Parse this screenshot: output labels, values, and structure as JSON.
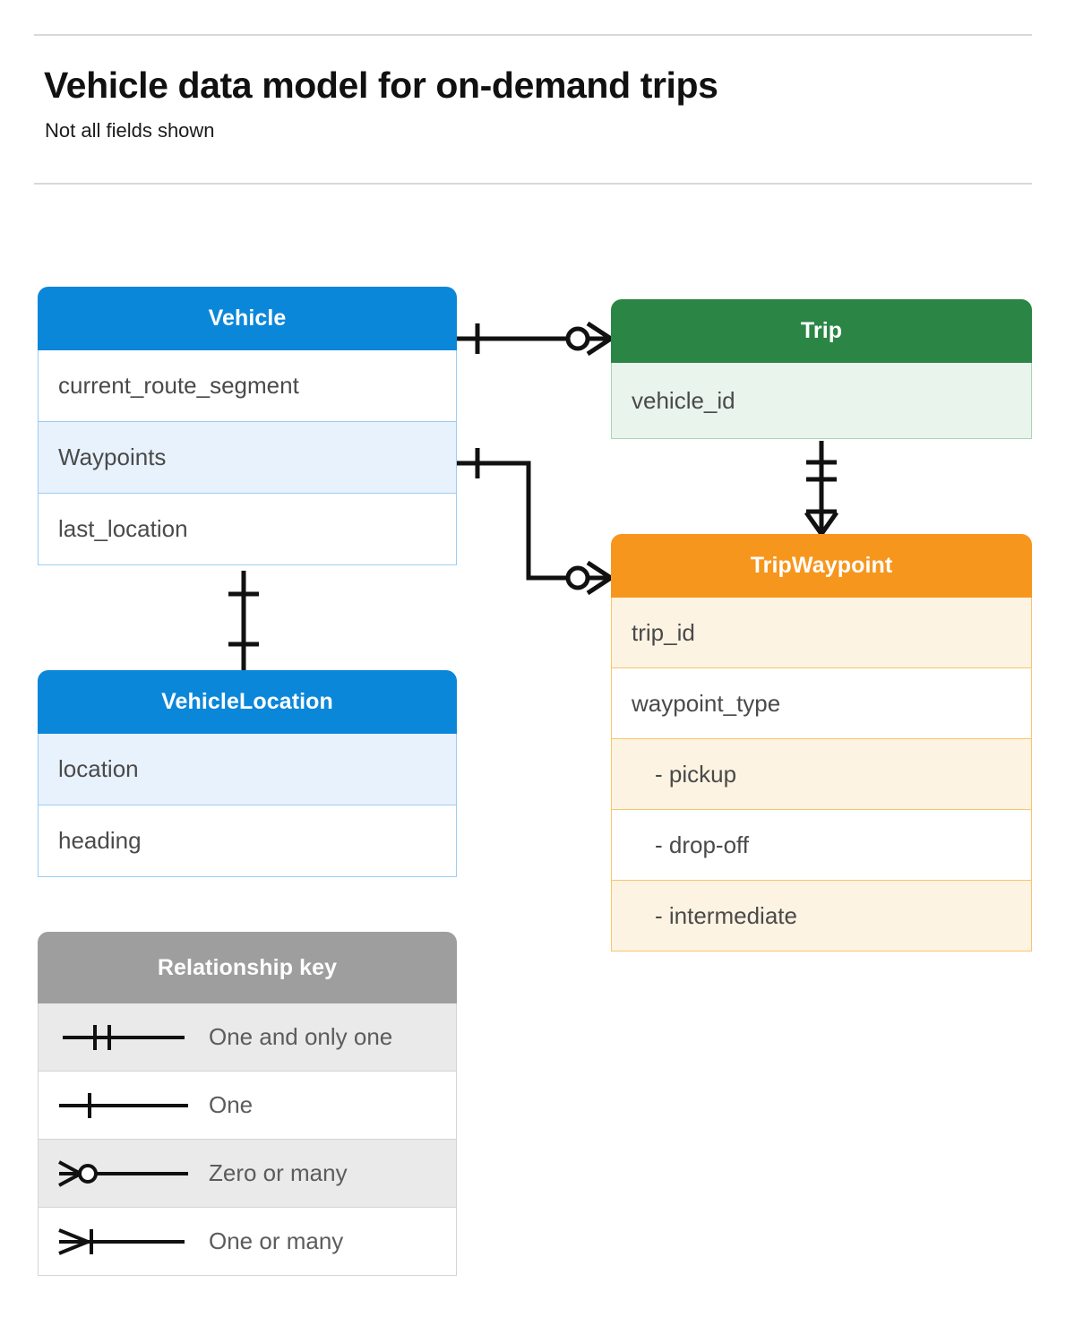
{
  "header": {
    "title": "Vehicle data model for on-demand trips",
    "subtitle": "Not all fields shown"
  },
  "colors": {
    "blue": "#0b87da",
    "blue_row_alt": "#e8f2fd",
    "blue_border": "#9ccdf2",
    "green": "#2b8545",
    "green_row_alt": "#e9f4ec",
    "green_border": "#a8d5b5",
    "orange": "#f7961d",
    "orange_row_alt": "#fdf3e3",
    "orange_border": "#f8c56a",
    "gray": "#9e9e9e",
    "gray_row_alt": "#eaeaea",
    "divider": "#d8d8d8",
    "field_text": "#4a4a4a",
    "connector": "#111111"
  },
  "entities": [
    {
      "id": "vehicle",
      "name": "Vehicle",
      "theme": "blue",
      "fields": [
        {
          "label": "current_route_segment",
          "shaded": false
        },
        {
          "label": "Waypoints",
          "shaded": true
        },
        {
          "label": "last_location",
          "shaded": false
        }
      ]
    },
    {
      "id": "vehiclelocation",
      "name": "VehicleLocation",
      "theme": "blue",
      "fields": [
        {
          "label": "location",
          "shaded": true
        },
        {
          "label": "heading",
          "shaded": false
        }
      ]
    },
    {
      "id": "trip",
      "name": "Trip",
      "theme": "green",
      "fields": [
        {
          "label": "vehicle_id",
          "shaded": true
        }
      ]
    },
    {
      "id": "tripwaypoint",
      "name": "TripWaypoint",
      "theme": "orange",
      "fields": [
        {
          "label": "trip_id",
          "shaded": true,
          "indent": false
        },
        {
          "label": "waypoint_type",
          "shaded": false,
          "indent": false
        },
        {
          "label": "-  pickup",
          "shaded": true,
          "indent": true
        },
        {
          "label": "-  drop-off",
          "shaded": false,
          "indent": true
        },
        {
          "label": "-  intermediate",
          "shaded": true,
          "indent": true
        }
      ]
    }
  ],
  "legend": {
    "title": "Relationship key",
    "rows": [
      {
        "symbol": "one-and-only-one",
        "label": "One and only one"
      },
      {
        "symbol": "one",
        "label": "One"
      },
      {
        "symbol": "zero-or-many",
        "label": "Zero or many"
      },
      {
        "symbol": "one-or-many",
        "label": "One or many"
      }
    ]
  },
  "relationships": [
    {
      "id": "vehicle-trip",
      "from": "Vehicle",
      "to": "Trip",
      "from_cardinality": "One",
      "to_cardinality": "Zero or many",
      "from_field": "",
      "to_field": "vehicle_id"
    },
    {
      "id": "vehicle-waypoints-tripwaypoint",
      "from": "Vehicle",
      "to": "TripWaypoint",
      "from_cardinality": "One",
      "to_cardinality": "Zero or many",
      "from_field": "Waypoints",
      "to_field": ""
    },
    {
      "id": "trip-tripwaypoint",
      "from": "Trip",
      "to": "TripWaypoint",
      "from_cardinality": "One and only one",
      "to_cardinality": "One or many",
      "from_field": "vehicle_id",
      "to_field": "trip_id"
    },
    {
      "id": "vehicle-vehiclelocation",
      "from": "Vehicle",
      "to": "VehicleLocation",
      "from_cardinality": "One",
      "to_cardinality": "One",
      "from_field": "last_location",
      "to_field": ""
    }
  ]
}
